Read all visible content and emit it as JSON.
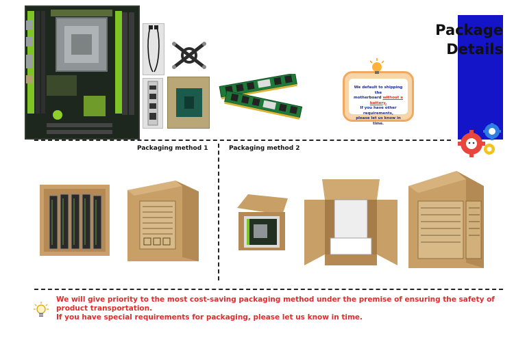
{
  "title": {
    "line1": "Package",
    "line2": "Details",
    "bar_color": "#1414c8"
  },
  "notice_bubble": {
    "line1": "We default to shipping the",
    "line2_pre": "motherboard ",
    "line2_red": "without a battery.",
    "line3": "If you have other requirements,",
    "line4": "please let us know in time."
  },
  "methods": {
    "method1": "Packaging method 1",
    "method2": "Packaging method 2"
  },
  "footer": {
    "line1": "We will give priority to the most cost-saving packaging method under the premise of ensuring the safety of",
    "line2": "product transportation.",
    "line3": "If you have special requirements for packaging, please let us know in time.",
    "color": "#e12b2b"
  },
  "icons": [
    "lightbulb-icon",
    "gear-icon"
  ],
  "colors": {
    "accent_blue": "#1414c8",
    "warning_red": "#e12b2b",
    "cardboard": "#c9a16c",
    "motherboard_green": "#8fd12a"
  }
}
